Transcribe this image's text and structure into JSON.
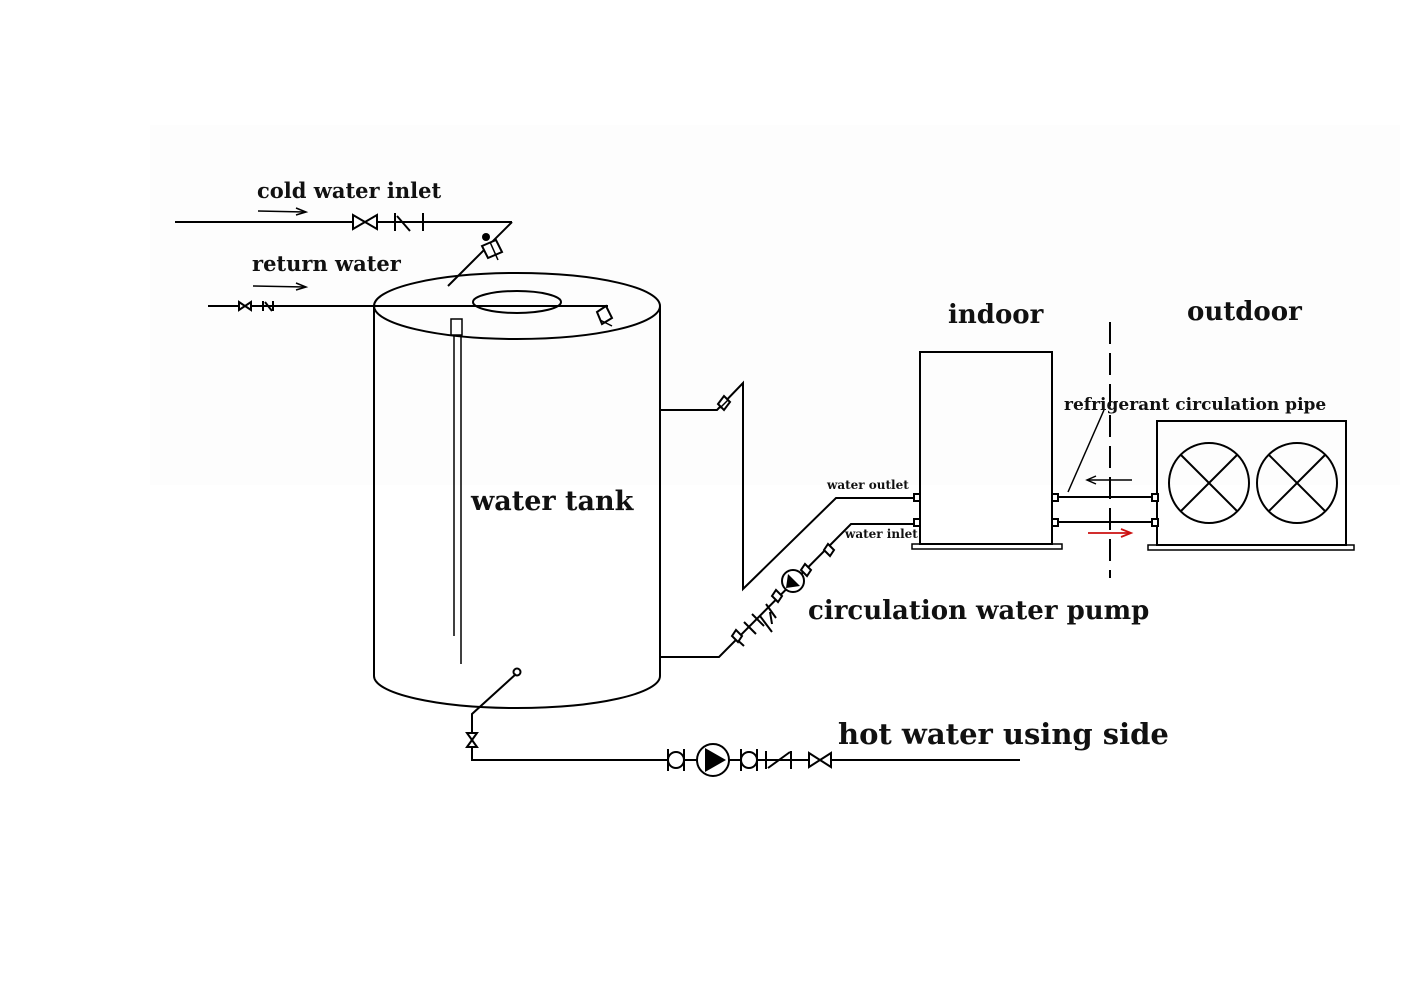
{
  "labels": {
    "cold_water_inlet": "cold water inlet",
    "return_water": "return water",
    "water_tank": "water tank",
    "indoor": "indoor",
    "outdoor": "outdoor",
    "refrigerant_pipe": "refrigerant circulation pipe",
    "water_outlet": "water outlet",
    "water_inlet": "water inlet",
    "circulation_pump": "circulation water pump",
    "hot_water_side": "hot water using side"
  },
  "colors": {
    "line": "#000000",
    "flow_arrow_red": "#cc1111",
    "background": "#ffffff"
  }
}
